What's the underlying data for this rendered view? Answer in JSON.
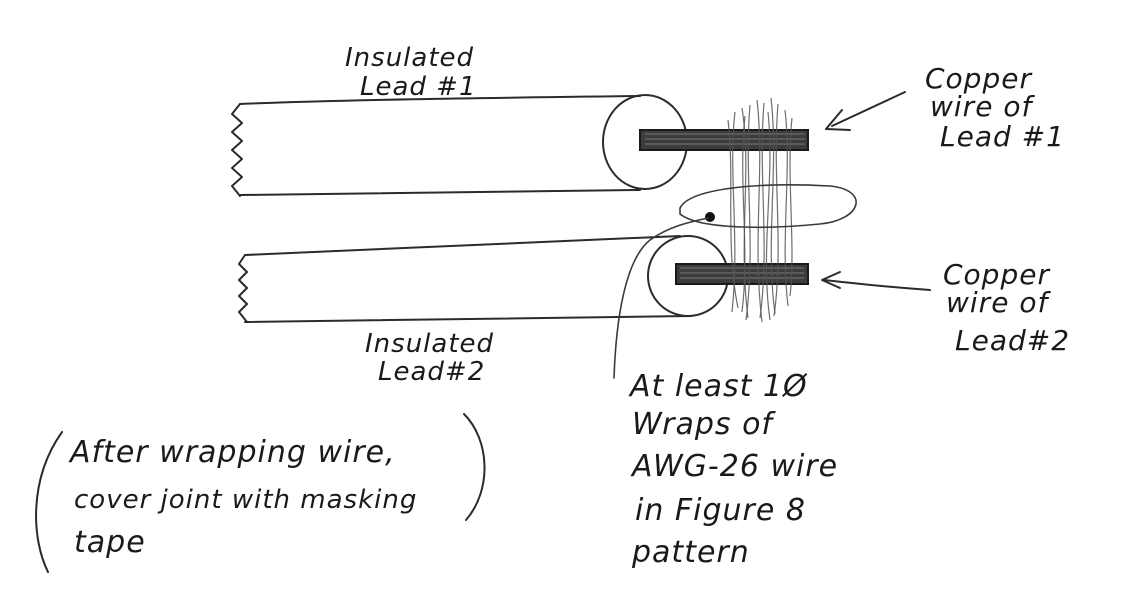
{
  "labels": {
    "insulated_lead_1": [
      "Insulated",
      "Lead #1"
    ],
    "insulated_lead_2": [
      "Insulated",
      "Lead#2"
    ],
    "copper_wire_lead_1": [
      "Copper",
      "wire of",
      "Lead #1"
    ],
    "copper_wire_lead_2": [
      "Copper",
      "wire of",
      "Lead#2"
    ],
    "wraps_note": [
      "At least 1Ø",
      "Wraps of",
      "AWG-26 wire",
      "in Figure 8",
      "pattern"
    ],
    "tape_note": [
      "After wrapping wire,",
      "cover joint with masking",
      "tape"
    ]
  },
  "colors": {
    "pencil": "#2b2b2b",
    "paper": "#ffffff"
  }
}
